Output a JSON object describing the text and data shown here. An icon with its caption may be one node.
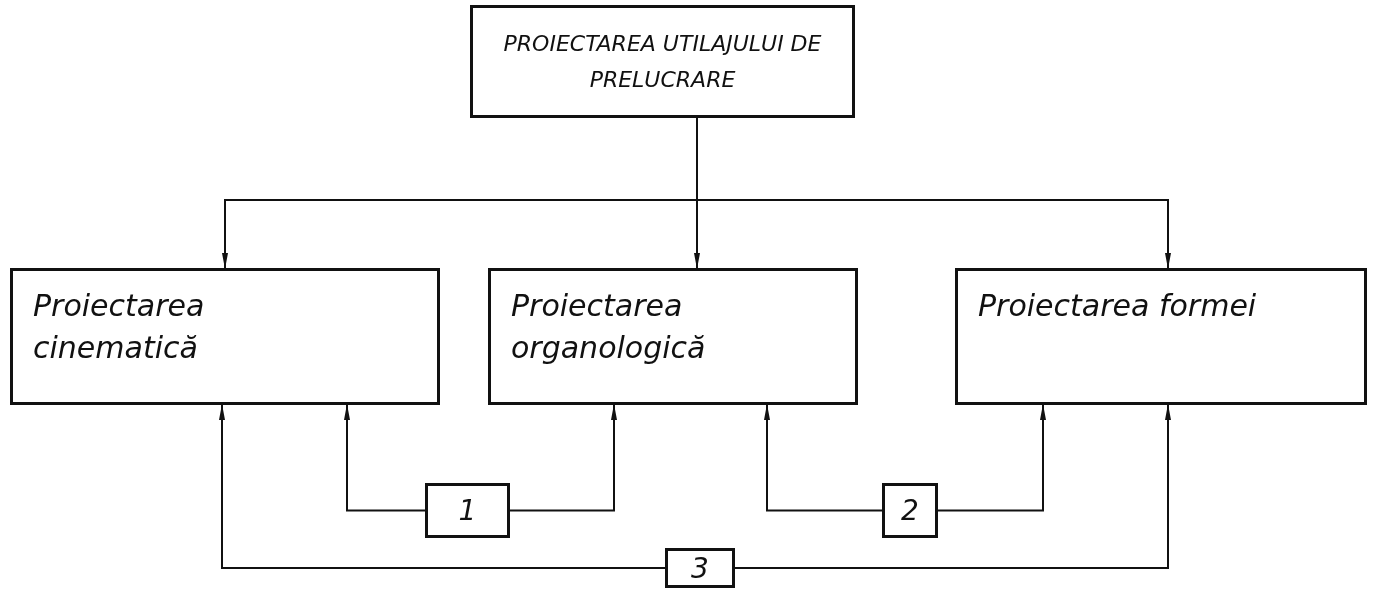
{
  "diagram": {
    "nodes": [
      {
        "text": [
          "PROIECTAREA UTILAJULUI DE PRELUCRARE"
        ]
      },
      {
        "text": [
          "Proiectarea cinematică"
        ]
      },
      {
        "text": [
          "Proiectarea organologică"
        ]
      },
      {
        "text": [
          "Proiectarea formei"
        ]
      },
      {
        "text": [
          "1"
        ]
      },
      {
        "text": [
          "2"
        ]
      },
      {
        "text": [
          "3"
        ]
      }
    ],
    "edges": [
      {
        "from": 0,
        "to": 1,
        "arrow": "to"
      },
      {
        "from": 0,
        "to": 2,
        "arrow": "to"
      },
      {
        "from": 0,
        "to": 3,
        "arrow": "to"
      },
      {
        "from": 4,
        "to": 1,
        "arrow": "to"
      },
      {
        "from": 4,
        "to": 2,
        "arrow": "to"
      },
      {
        "from": 5,
        "to": 2,
        "arrow": "to"
      },
      {
        "from": 5,
        "to": 3,
        "arrow": "to"
      },
      {
        "from": 6,
        "to": 1,
        "arrow": "to"
      },
      {
        "from": 6,
        "to": 3,
        "arrow": "to"
      }
    ]
  }
}
